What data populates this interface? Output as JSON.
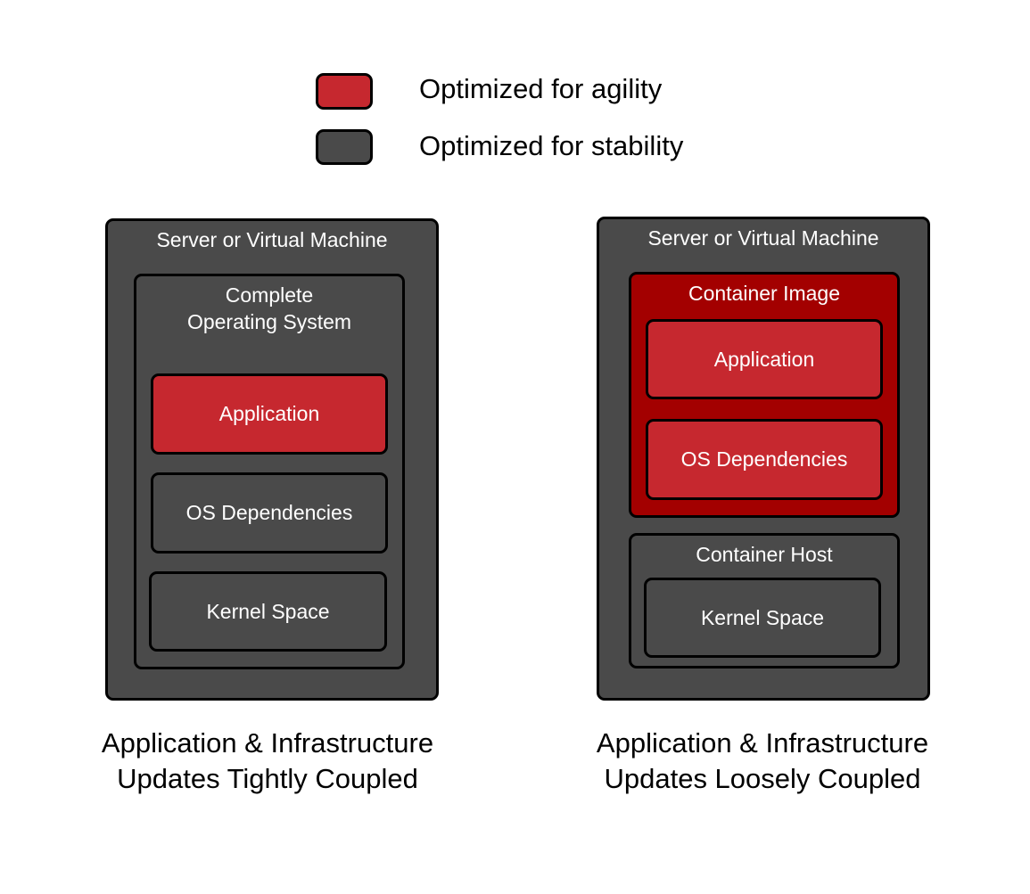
{
  "legend": {
    "items": [
      {
        "label": "Optimized for agility",
        "color": "#c6282f"
      },
      {
        "label": "Optimized for stability",
        "color": "#4a4a4a"
      }
    ]
  },
  "left": {
    "outer": "Server or Virtual Machine",
    "os": "Complete\nOperating System",
    "application": "Application",
    "os_dependencies": "OS Dependencies",
    "kernel": "Kernel Space",
    "caption": "Application & Infrastructure\nUpdates Tightly Coupled"
  },
  "right": {
    "outer": "Server or Virtual Machine",
    "container_image": "Container Image",
    "application": "Application",
    "os_dependencies": "OS Dependencies",
    "container_host": "Container Host",
    "kernel": "Kernel Space",
    "caption": "Application & Infrastructure\nUpdates Loosely Coupled"
  }
}
